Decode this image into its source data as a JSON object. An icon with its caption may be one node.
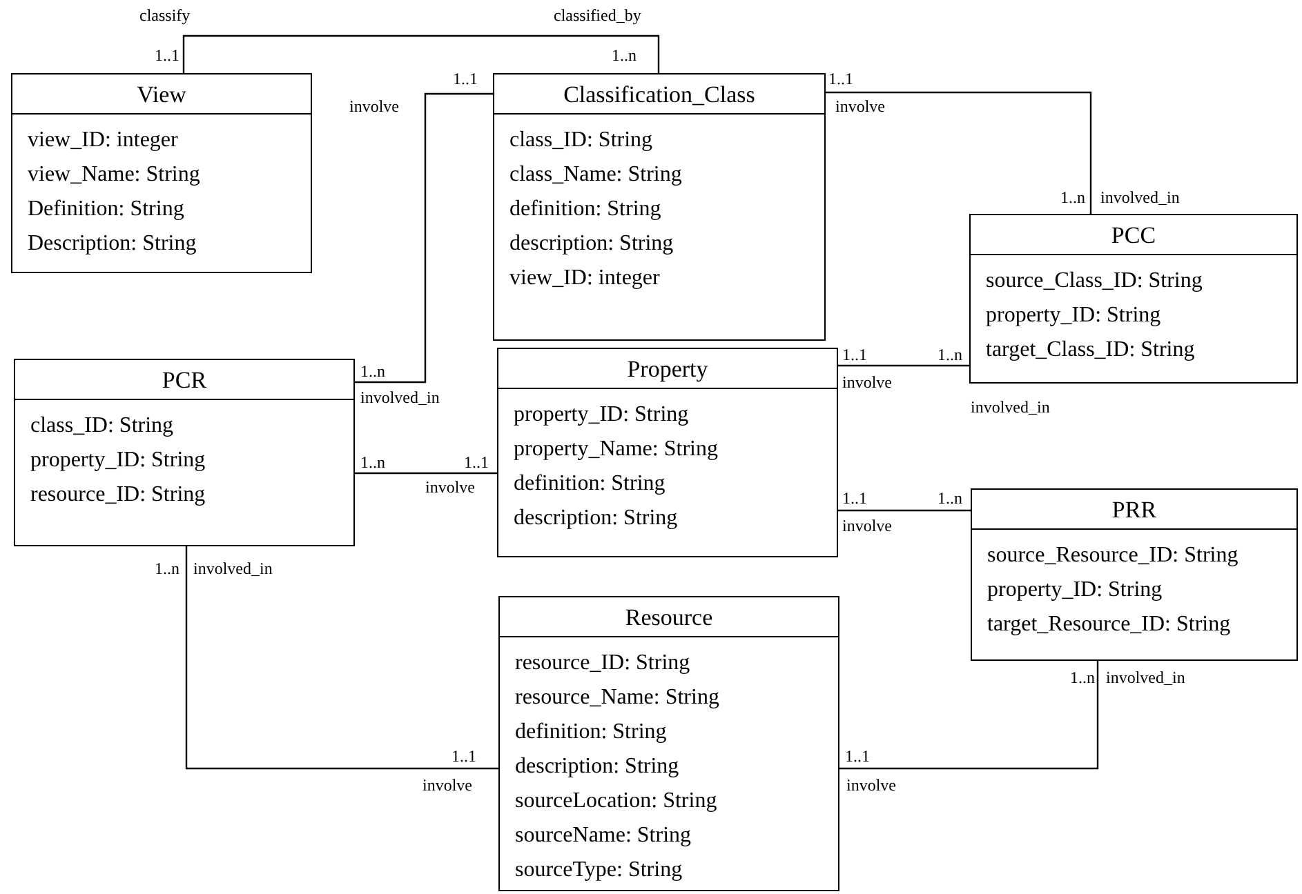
{
  "diagram": {
    "nodes": [
      {
        "text": [
          "View",
          "view_ID: integer",
          "view_Name: String",
          "Definition: String",
          "Description: String"
        ]
      },
      {
        "text": [
          "Classification_Class",
          "class_ID: String",
          "class_Name: String",
          "definition: String",
          "description: String",
          "view_ID: integer"
        ]
      },
      {
        "text": [
          "PCC",
          "source_Class_ID: String",
          "property_ID: String",
          "target_Class_ID: String"
        ]
      },
      {
        "text": [
          "PCR",
          "class_ID: String",
          "property_ID: String",
          "resource_ID: String"
        ]
      },
      {
        "text": [
          "Property",
          "property_ID: String",
          "property_Name: String",
          "definition: String",
          "description: String"
        ]
      },
      {
        "text": [
          "PRR",
          "source_Resource_ID: String",
          "property_ID: String",
          "target_Resource_ID: String"
        ]
      },
      {
        "text": [
          "Resource",
          "resource_ID: String",
          "resource_Name: String",
          "definition: String",
          "description: String",
          "sourceLocation: String",
          "sourceName: String",
          "sourceType: String"
        ]
      }
    ],
    "edges": [
      {
        "from": 0,
        "to": 1,
        "arrow": "none"
      },
      {
        "from": 1,
        "to": 3,
        "arrow": "none"
      },
      {
        "from": 1,
        "to": 2,
        "arrow": "none"
      },
      {
        "from": 4,
        "to": 2,
        "arrow": "none"
      },
      {
        "from": 3,
        "to": 4,
        "arrow": "none"
      },
      {
        "from": 4,
        "to": 5,
        "arrow": "none"
      },
      {
        "from": 3,
        "to": 6,
        "arrow": "none"
      },
      {
        "from": 6,
        "to": 5,
        "arrow": "none"
      }
    ],
    "labels": [
      "classify",
      "classified_by",
      "1..1",
      "1..n",
      "1..1",
      "1..1",
      "involve",
      "involve",
      "1..n",
      "involved_in",
      "1..1",
      "1..n",
      "1..n",
      "involve",
      "involved_in",
      "involved_in",
      "1..n",
      "1..1",
      "involve",
      "1..1",
      "1..n",
      "involve",
      "1..n",
      "involved_in",
      "1..n",
      "involved_in",
      "1..1",
      "1..1",
      "involve",
      "involve"
    ]
  }
}
